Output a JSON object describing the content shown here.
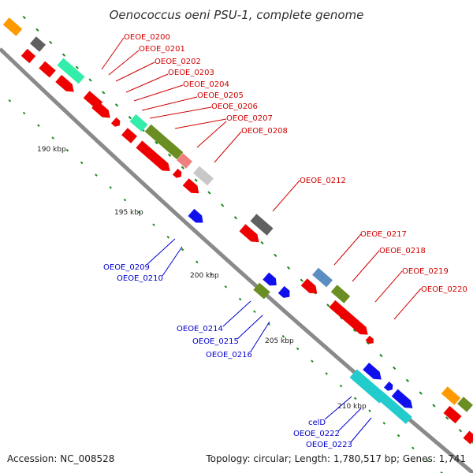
{
  "title": "Oenococcus oeni PSU-1, complete genome",
  "footer": {
    "accession": "Accession: NC_008528",
    "topology": "Topology: circular; Length: 1,780,517 bp; Genes: 1,741"
  },
  "colors": {
    "red": "#ee0000",
    "blue": "#1010ee",
    "cyan": "#22cccc",
    "aqua": "#33eeaa",
    "olive": "#6b8e23",
    "orange": "#ff9900",
    "gray": "#606060",
    "lightgray": "#c8c8c8",
    "steelblue": "#5b8fc2",
    "pink": "#f08080",
    "axis": "#8a8a8a",
    "tick": "#1a8a1a"
  },
  "kbp_labels": [
    "190 kbp",
    "195 kbp",
    "200 kbp",
    "205 kbp",
    "210 kbp"
  ],
  "gene_labels_red": [
    "OEOE_0200",
    "OEOE_0201",
    "OEOE_0202",
    "OEOE_0203",
    "OEOE_0204",
    "OEOE_0205",
    "OEOE_0206",
    "OEOE_0207",
    "OEOE_0208",
    "OEOE_0212",
    "OEOE_0217",
    "OEOE_0218",
    "OEOE_0219",
    "OEOE_0220"
  ],
  "gene_labels_blue": [
    "OEOE_0209",
    "OEOE_0210",
    "OEOE_0214",
    "OEOE_0215",
    "OEOE_0216",
    "celD",
    "OEOE_0222",
    "OEOE_0223"
  ]
}
